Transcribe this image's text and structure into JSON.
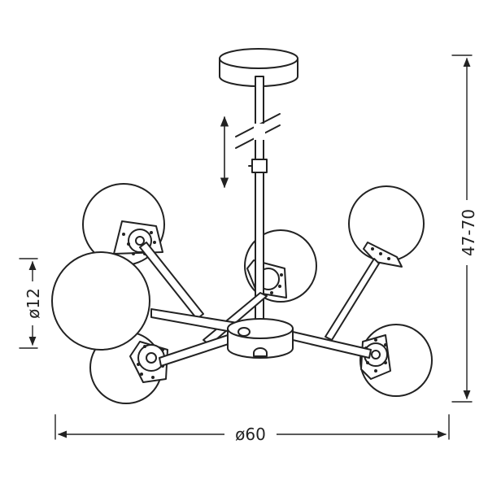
{
  "dimensions": {
    "height_label": "47-70",
    "globe_label": "ø12",
    "width_label": "ø60"
  },
  "colors": {
    "line": "#222222",
    "background": "#ffffff"
  }
}
